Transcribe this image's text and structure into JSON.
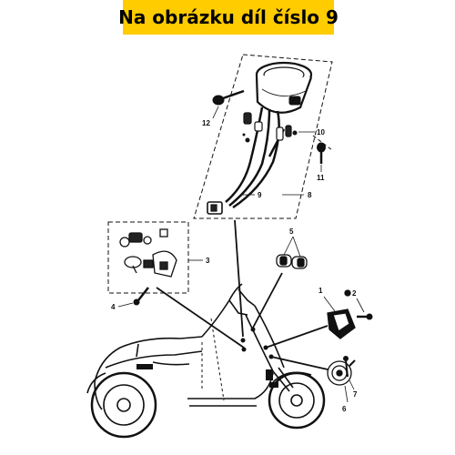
{
  "banner": {
    "title": "Na obrázku díl číslo 9",
    "background": "#ffcc00"
  },
  "diagram": {
    "line_color": "#111111",
    "callouts": [
      "1",
      "2",
      "3",
      "4",
      "5",
      "6",
      "7",
      "8",
      "9",
      "10",
      "11",
      "12"
    ]
  }
}
